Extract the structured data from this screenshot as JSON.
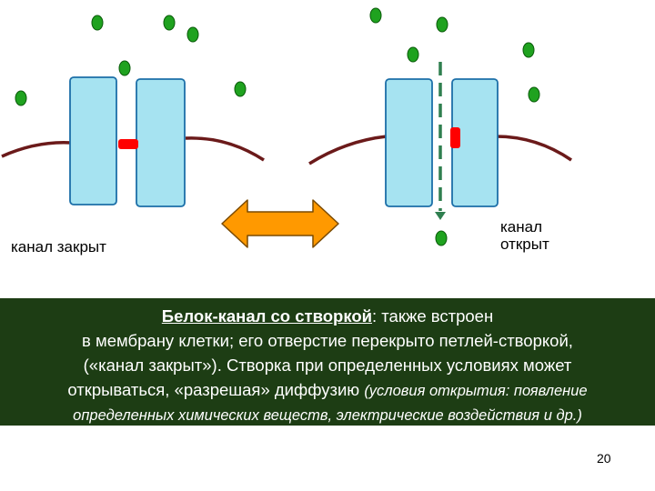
{
  "left_panel": {
    "label": "канал закрыт",
    "state": "closed"
  },
  "right_panel": {
    "label_line1": "канал",
    "label_line2": "открыт",
    "state": "open"
  },
  "colors": {
    "channel_protein": "#a6e3f1",
    "membrane": "#6b1a1a",
    "gate": "#ff0000",
    "particle": "#1fa21f",
    "arrow": "#ff9900",
    "diffusion_path": "#2f7f4f",
    "caption_background": "#1d3d14"
  },
  "caption": {
    "line1_term": "Белок-канал со створкой",
    "line1_rest": ": также встроен",
    "line2": "в мембрану клетки; его отверстие перекрыто петлей-створкой,",
    "line3": "(«канал закрыт»). Створка при определенных условиях может",
    "line4_plain": "открываться, «разрешая» диффузию ",
    "line4_italic": "(условия открытия: появление",
    "line5_italic": "определенных химических веществ, электрические воздействия и др.)"
  },
  "page_number": "20"
}
